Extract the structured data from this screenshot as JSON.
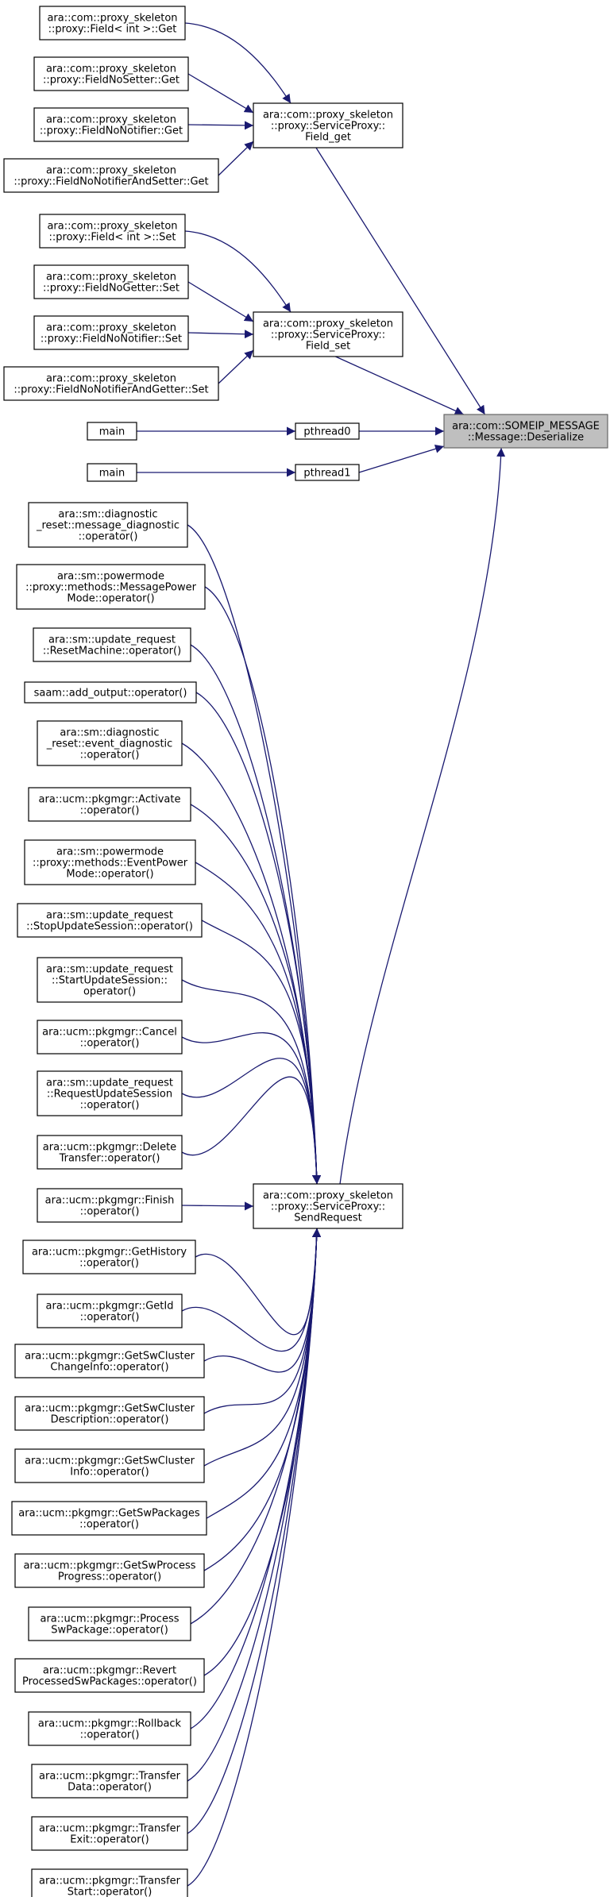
{
  "diagram": {
    "nodes": [
      {
        "id": "root",
        "lines": [
          "ara::com::SOMEIP_MESSAGE",
          "::Message::Deserialize"
        ],
        "highlighted": true
      },
      {
        "id": "field_get",
        "lines": [
          "ara::com::proxy_skeleton",
          "::proxy::ServiceProxy::",
          "Field_get"
        ]
      },
      {
        "id": "field_set",
        "lines": [
          "ara::com::proxy_skeleton",
          "::proxy::ServiceProxy::",
          "Field_set"
        ]
      },
      {
        "id": "pthread0",
        "lines": [
          "pthread0"
        ]
      },
      {
        "id": "pthread1",
        "lines": [
          "pthread1"
        ]
      },
      {
        "id": "send_request",
        "lines": [
          "ara::com::proxy_skeleton",
          "::proxy::ServiceProxy::",
          "SendRequest"
        ]
      },
      {
        "id": "get_field_int",
        "lines": [
          "ara::com::proxy_skeleton",
          "::proxy::Field< int >::Get"
        ]
      },
      {
        "id": "get_nosetter",
        "lines": [
          "ara::com::proxy_skeleton",
          "::proxy::FieldNoSetter::Get"
        ]
      },
      {
        "id": "get_nonotifier",
        "lines": [
          "ara::com::proxy_skeleton",
          "::proxy::FieldNoNotifier::Get"
        ]
      },
      {
        "id": "get_nonotifier_setter",
        "lines": [
          "ara::com::proxy_skeleton",
          "::proxy::FieldNoNotifierAndSetter::Get"
        ]
      },
      {
        "id": "set_field_int",
        "lines": [
          "ara::com::proxy_skeleton",
          "::proxy::Field< int >::Set"
        ]
      },
      {
        "id": "set_nogetter",
        "lines": [
          "ara::com::proxy_skeleton",
          "::proxy::FieldNoGetter::Set"
        ]
      },
      {
        "id": "set_nonotifier",
        "lines": [
          "ara::com::proxy_skeleton",
          "::proxy::FieldNoNotifier::Set"
        ]
      },
      {
        "id": "set_nonotifier_getter",
        "lines": [
          "ara::com::proxy_skeleton",
          "::proxy::FieldNoNotifierAndGetter::Set"
        ]
      },
      {
        "id": "main0",
        "lines": [
          "main"
        ]
      },
      {
        "id": "main1",
        "lines": [
          "main"
        ]
      },
      {
        "id": "c1",
        "lines": [
          "ara::sm::diagnostic",
          "_reset::message_diagnostic",
          "::operator()"
        ]
      },
      {
        "id": "c2",
        "lines": [
          "ara::sm::powermode",
          "::proxy::methods::MessagePower",
          "Mode::operator()"
        ]
      },
      {
        "id": "c3",
        "lines": [
          "ara::sm::update_request",
          "::ResetMachine::operator()"
        ]
      },
      {
        "id": "c4",
        "lines": [
          "saam::add_output::operator()"
        ]
      },
      {
        "id": "c5",
        "lines": [
          "ara::sm::diagnostic",
          "_reset::event_diagnostic",
          "::operator()"
        ]
      },
      {
        "id": "c6",
        "lines": [
          "ara::ucm::pkgmgr::Activate",
          "::operator()"
        ]
      },
      {
        "id": "c7",
        "lines": [
          "ara::sm::powermode",
          "::proxy::methods::EventPower",
          "Mode::operator()"
        ]
      },
      {
        "id": "c8",
        "lines": [
          "ara::sm::update_request",
          "::StopUpdateSession::operator()"
        ]
      },
      {
        "id": "c9",
        "lines": [
          "ara::sm::update_request",
          "::StartUpdateSession::",
          "operator()"
        ]
      },
      {
        "id": "c10",
        "lines": [
          "ara::ucm::pkgmgr::Cancel",
          "::operator()"
        ]
      },
      {
        "id": "c11",
        "lines": [
          "ara::sm::update_request",
          "::RequestUpdateSession",
          "::operator()"
        ]
      },
      {
        "id": "c12",
        "lines": [
          "ara::ucm::pkgmgr::Delete",
          "Transfer::operator()"
        ]
      },
      {
        "id": "c13",
        "lines": [
          "ara::ucm::pkgmgr::Finish",
          "::operator()"
        ]
      },
      {
        "id": "c14",
        "lines": [
          "ara::ucm::pkgmgr::GetHistory",
          "::operator()"
        ]
      },
      {
        "id": "c15",
        "lines": [
          "ara::ucm::pkgmgr::GetId",
          "::operator()"
        ]
      },
      {
        "id": "c16",
        "lines": [
          "ara::ucm::pkgmgr::GetSwCluster",
          "ChangeInfo::operator()"
        ]
      },
      {
        "id": "c17",
        "lines": [
          "ara::ucm::pkgmgr::GetSwCluster",
          "Description::operator()"
        ]
      },
      {
        "id": "c18",
        "lines": [
          "ara::ucm::pkgmgr::GetSwCluster",
          "Info::operator()"
        ]
      },
      {
        "id": "c19",
        "lines": [
          "ara::ucm::pkgmgr::GetSwPackages",
          "::operator()"
        ]
      },
      {
        "id": "c20",
        "lines": [
          "ara::ucm::pkgmgr::GetSwProcess",
          "Progress::operator()"
        ]
      },
      {
        "id": "c21",
        "lines": [
          "ara::ucm::pkgmgr::Process",
          "SwPackage::operator()"
        ]
      },
      {
        "id": "c22",
        "lines": [
          "ara::ucm::pkgmgr::Revert",
          "ProcessedSwPackages::operator()"
        ]
      },
      {
        "id": "c23",
        "lines": [
          "ara::ucm::pkgmgr::Rollback",
          "::operator()"
        ]
      },
      {
        "id": "c24",
        "lines": [
          "ara::ucm::pkgmgr::Transfer",
          "Data::operator()"
        ]
      },
      {
        "id": "c25",
        "lines": [
          "ara::ucm::pkgmgr::Transfer",
          "Exit::operator()"
        ]
      },
      {
        "id": "c26",
        "lines": [
          "ara::ucm::pkgmgr::Transfer",
          "Start::operator()"
        ]
      }
    ],
    "edges": [
      [
        "get_field_int",
        "field_get"
      ],
      [
        "get_nosetter",
        "field_get"
      ],
      [
        "get_nonotifier",
        "field_get"
      ],
      [
        "get_nonotifier_setter",
        "field_get"
      ],
      [
        "set_field_int",
        "field_set"
      ],
      [
        "set_nogetter",
        "field_set"
      ],
      [
        "set_nonotifier",
        "field_set"
      ],
      [
        "set_nonotifier_getter",
        "field_set"
      ],
      [
        "field_get",
        "root"
      ],
      [
        "field_set",
        "root"
      ],
      [
        "pthread0",
        "root"
      ],
      [
        "pthread1",
        "root"
      ],
      [
        "send_request",
        "root"
      ],
      [
        "main0",
        "pthread0"
      ],
      [
        "main1",
        "pthread1"
      ],
      [
        "c1",
        "send_request"
      ],
      [
        "c2",
        "send_request"
      ],
      [
        "c3",
        "send_request"
      ],
      [
        "c4",
        "send_request"
      ],
      [
        "c5",
        "send_request"
      ],
      [
        "c6",
        "send_request"
      ],
      [
        "c7",
        "send_request"
      ],
      [
        "c8",
        "send_request"
      ],
      [
        "c9",
        "send_request"
      ],
      [
        "c10",
        "send_request"
      ],
      [
        "c11",
        "send_request"
      ],
      [
        "c12",
        "send_request"
      ],
      [
        "c13",
        "send_request"
      ],
      [
        "c14",
        "send_request"
      ],
      [
        "c15",
        "send_request"
      ],
      [
        "c16",
        "send_request"
      ],
      [
        "c17",
        "send_request"
      ],
      [
        "c18",
        "send_request"
      ],
      [
        "c19",
        "send_request"
      ],
      [
        "c20",
        "send_request"
      ],
      [
        "c21",
        "send_request"
      ],
      [
        "c22",
        "send_request"
      ],
      [
        "c23",
        "send_request"
      ],
      [
        "c24",
        "send_request"
      ],
      [
        "c25",
        "send_request"
      ],
      [
        "c26",
        "send_request"
      ]
    ],
    "colors": {
      "edge": "#191970",
      "node_border": "#000000",
      "node_fill": "#ffffff",
      "highlight_fill": "#bfbfbf",
      "highlight_border": "#666666"
    }
  }
}
